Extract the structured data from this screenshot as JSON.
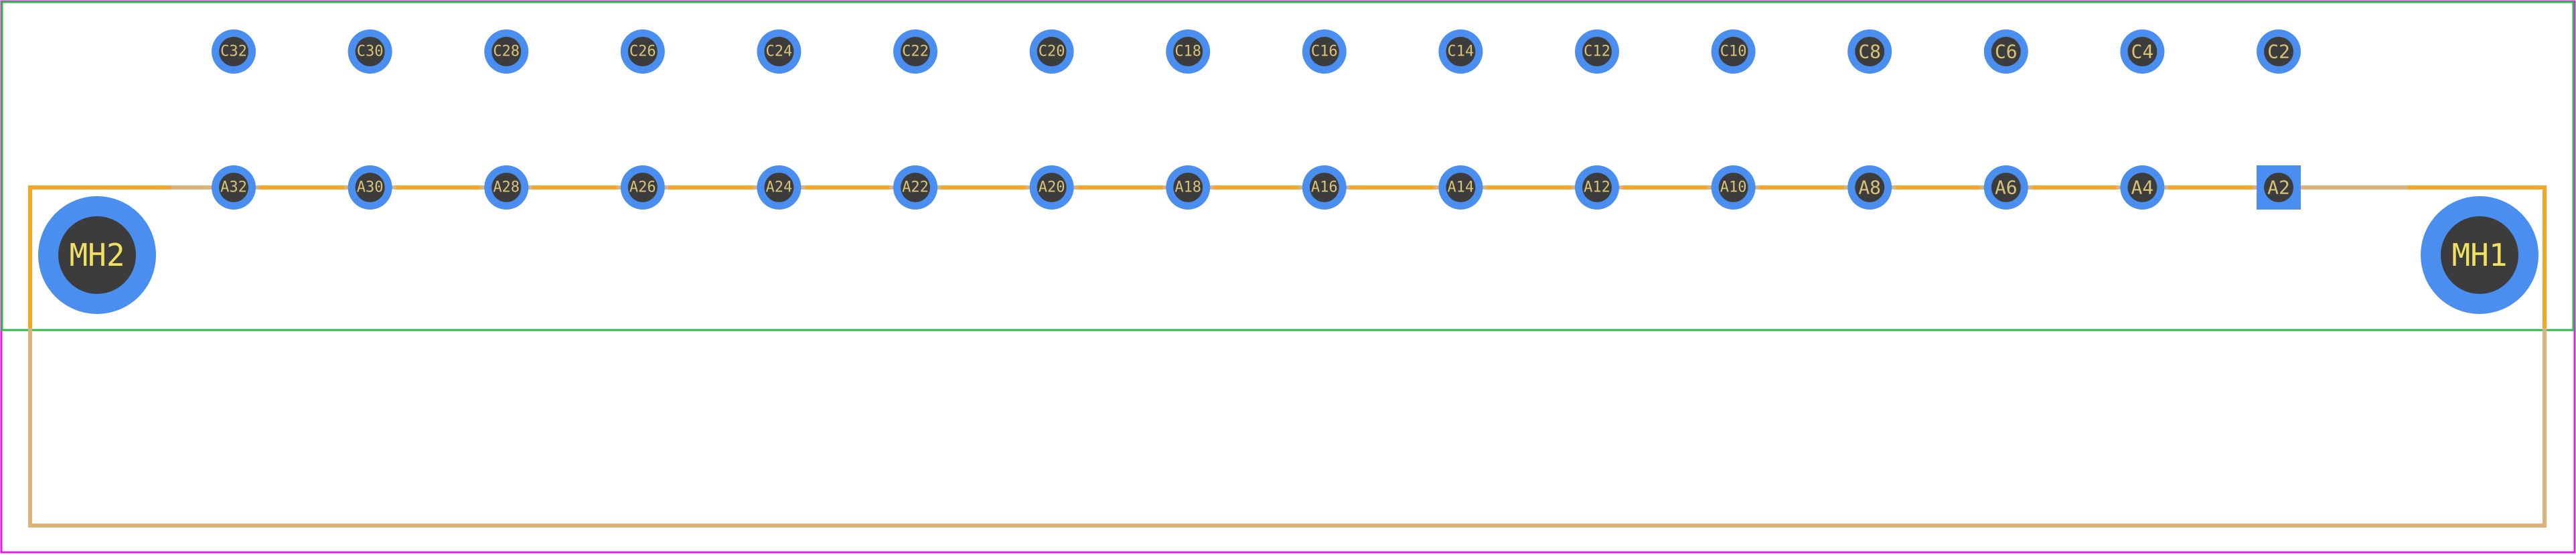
{
  "colors": {
    "courtyard": "#2db84a",
    "assembly": "#e020e0",
    "silkscreen": "#f7a325",
    "fab_outline": "#dcb37a",
    "pad_copper": "#4a8ef0",
    "pad_hole": "#3c3c3c",
    "pad_text": "#d8c27a",
    "hole_text": "#f0e060"
  },
  "row_c_pins": [
    "C32",
    "C30",
    "C28",
    "C26",
    "C24",
    "C22",
    "C20",
    "C18",
    "C16",
    "C14",
    "C12",
    "C10",
    "C8",
    "C6",
    "C4",
    "C2"
  ],
  "row_a_pins": [
    "A32",
    "A30",
    "A28",
    "A26",
    "A24",
    "A22",
    "A20",
    "A18",
    "A16",
    "A14",
    "A12",
    "A10",
    "A8",
    "A6",
    "A4",
    "A2"
  ],
  "square_pad": "A2",
  "mounting_holes": [
    "MH2",
    "MH1"
  ]
}
